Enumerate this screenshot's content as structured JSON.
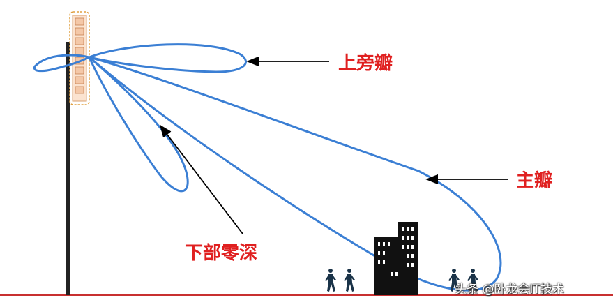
{
  "labels": {
    "upper_sidelobe": "上旁瓣",
    "main_lobe": "主瓣",
    "lower_null": "下部零深"
  },
  "watermark": "头条 @卧龙会IT技术",
  "colors": {
    "lobe": "#3b7fd4",
    "label": "#e02020",
    "antenna_cell": "#f4c8a8",
    "antenna_border": "#e0a040",
    "pole": "#222222",
    "ground": "#c83030",
    "figures": "#1a3348"
  }
}
